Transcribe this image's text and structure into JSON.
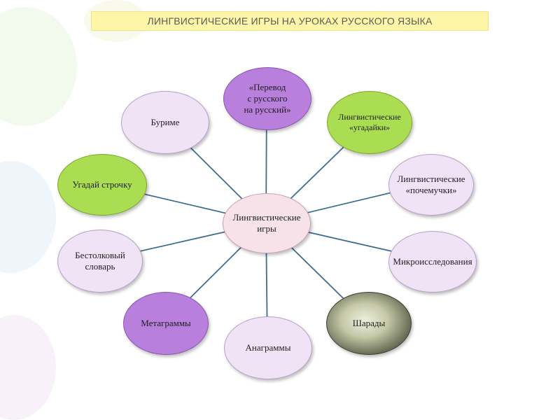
{
  "title": "ЛИНГВИСТИЧЕСКИЕ ИГРЫ НА УРОКАХ РУССКОГО ЯЗЫКА",
  "center": "Лингвистические\nигры",
  "nodes": [
    {
      "id": "perevod",
      "label": "«Перевод\nс русского\nна русский»",
      "color": "#b97fdd"
    },
    {
      "id": "ugadaiki",
      "label": "Лингвистические\n«угадайки»",
      "color": "#aadd52"
    },
    {
      "id": "pochemuchki",
      "label": "Лингвистические\n«почемучки»",
      "color": "#efe3f5"
    },
    {
      "id": "mikro",
      "label": "Микроисследования",
      "color": "#efe3f5"
    },
    {
      "id": "sharady",
      "label": "Шарады",
      "color": "#6c6f58"
    },
    {
      "id": "anagrammy",
      "label": "Анаграммы",
      "color": "#efe3f5"
    },
    {
      "id": "metagrammy",
      "label": "Метаграммы",
      "color": "#b97fdd"
    },
    {
      "id": "slovar",
      "label": "Бестолковый\nсловарь",
      "color": "#efe3f5"
    },
    {
      "id": "strochku",
      "label": "Угадай строчку",
      "color": "#aadd52"
    },
    {
      "id": "burime",
      "label": "Буриме",
      "color": "#efe3f5"
    }
  ],
  "colors": {
    "line": "#3f6e8c",
    "title_bg": "#fdf6a8"
  }
}
